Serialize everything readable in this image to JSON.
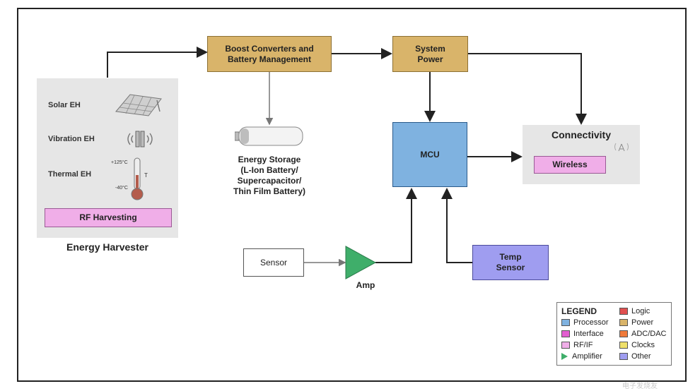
{
  "blocks": {
    "boost": "Boost Converters and\nBattery Management",
    "system_power": "System\nPower",
    "mcu": "MCU",
    "wireless": "Wireless",
    "sensor": "Sensor",
    "temp_sensor": "Temp\nSensor",
    "rf_harvesting": "RF Harvesting"
  },
  "harvester": {
    "solar": "Solar EH",
    "vibration": "Vibration EH",
    "thermal": "Thermal EH",
    "temp_high": "+125°C",
    "temp_low": "-40°C",
    "thermo_t": "T",
    "caption": "Energy Harvester"
  },
  "connectivity_title": "Connectivity",
  "storage_caption": "Energy Storage\n(L-Ion Battery/\nSupercapacitor/\nThin Film Battery)",
  "amp_label": "Amp",
  "legend": {
    "title": "LEGEND",
    "items": [
      {
        "label": "Processor",
        "color": "#7fb2e0"
      },
      {
        "label": "Interface",
        "color": "#e25fd0"
      },
      {
        "label": "RF/IF",
        "color": "#f0aee8"
      },
      {
        "label": "Amplifier",
        "color": "#3fae6a"
      },
      {
        "label": "Logic",
        "color": "#e05050"
      },
      {
        "label": "Power",
        "color": "#d9b46a"
      },
      {
        "label": "ADC/DAC",
        "color": "#f07a3a"
      },
      {
        "label": "Clocks",
        "color": "#efe06a"
      },
      {
        "label": "Other",
        "color": "#9f9df0"
      }
    ]
  },
  "watermark": "电子发烧友"
}
